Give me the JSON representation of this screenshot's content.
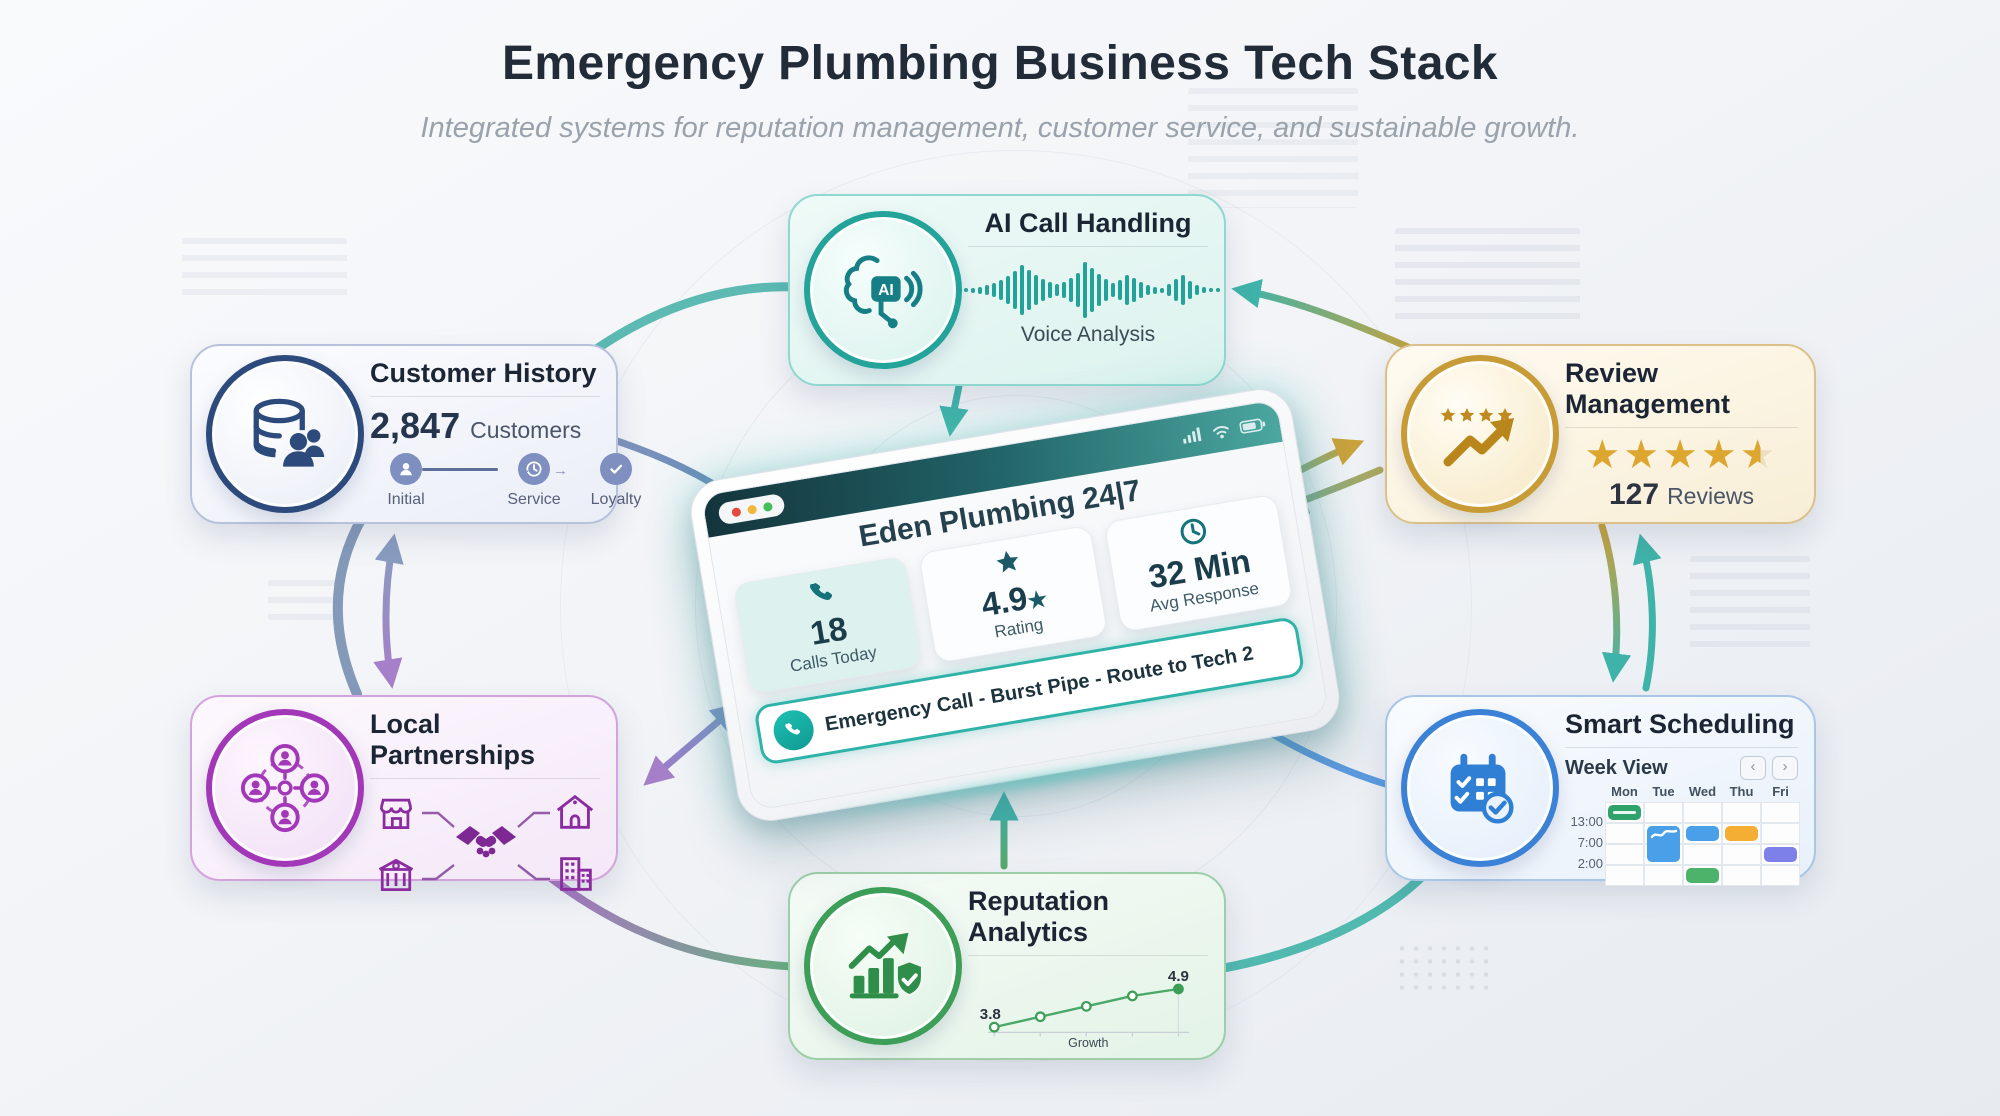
{
  "page": {
    "title": "Emergency Plumbing Business Tech Stack",
    "subtitle": "Integrated systems for reputation management, customer service, and sustainable growth."
  },
  "colors": {
    "teal": "#23a39a",
    "navy": "#2c4a7c",
    "gold": "#c79b36",
    "purple": "#a238b8",
    "blue": "#3b82d6",
    "green": "#3d9e57"
  },
  "nodes": {
    "ai": {
      "title": "AI Call Handling",
      "caption": "Voice Analysis",
      "icon": "ai-brain-icon"
    },
    "customer": {
      "title": "Customer History",
      "value": "2,847",
      "value_label": "Customers",
      "icon": "database-users-icon",
      "journey": [
        {
          "label": "Initial",
          "icon": "person-icon"
        },
        {
          "label": "Service",
          "icon": "clock-icon"
        },
        {
          "label": "Loyalty",
          "icon": "check-icon"
        }
      ]
    },
    "review": {
      "title": "Review Management",
      "rating": 4.5,
      "value": "127",
      "value_label": "Reviews",
      "icon": "stars-trend-icon"
    },
    "partners": {
      "title": "Local Partnerships",
      "icon": "people-network-icon",
      "partner_icons": [
        "storefront-icon",
        "house-icon",
        "bank-icon",
        "office-building-icon",
        "handshake-icon"
      ]
    },
    "schedule": {
      "title": "Smart Scheduling",
      "view": "Week View",
      "prev": "‹",
      "next": "›",
      "icon": "calendar-check-icon",
      "days": [
        "Mon",
        "Tue",
        "Wed",
        "Thu",
        "Fri"
      ],
      "times": [
        "13:00",
        "7:00",
        "2:00"
      ],
      "events": [
        {
          "day": 0,
          "row": 0,
          "span": 1,
          "color": "#2fa36b",
          "decor": "line"
        },
        {
          "day": 1,
          "row": 1,
          "span": 2,
          "color": "#49a0e8",
          "decor": "squiggle"
        },
        {
          "day": 2,
          "row": 1,
          "span": 1,
          "color": "#49a0e8",
          "decor": ""
        },
        {
          "day": 3,
          "row": 1,
          "span": 1,
          "color": "#f3ae33",
          "decor": ""
        },
        {
          "day": 4,
          "row": 2,
          "span": 1,
          "color": "#7c80e8",
          "decor": ""
        },
        {
          "day": 2,
          "row": 3,
          "span": 1,
          "color": "#4db36a",
          "decor": ""
        }
      ]
    },
    "analytics": {
      "title": "Reputation Analytics",
      "start": "3.8",
      "end": "4.9",
      "axis": "Growth",
      "icon": "chart-shield-icon",
      "chart": {
        "type": "line",
        "values": [
          3.8,
          4.1,
          4.4,
          4.7,
          4.9
        ],
        "ylim": [
          3.8,
          4.9
        ]
      }
    }
  },
  "tablet": {
    "title": "Eden Plumbing 24|7",
    "stats": [
      {
        "value": "18",
        "label": "Calls Today",
        "icon": "phone-icon"
      },
      {
        "value": "4.9",
        "label": "Rating",
        "icon": "star-icon"
      },
      {
        "value": "32 Min",
        "label": "Avg Response",
        "icon": "clock-icon"
      }
    ],
    "alert": {
      "text": "Emergency Call - Burst Pipe - Route to Tech 2",
      "icon": "phone-icon"
    }
  }
}
